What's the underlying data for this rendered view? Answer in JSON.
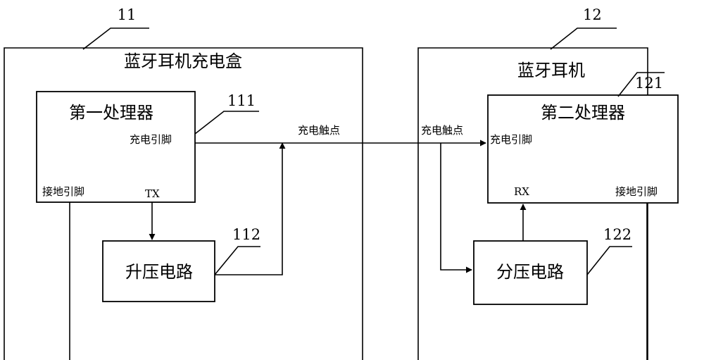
{
  "charging_box": {
    "ref": "11",
    "title": "蓝牙耳机充电盒",
    "processor": {
      "ref": "111",
      "title": "第一处理器",
      "charge_pin": "充电引脚",
      "ground_pin": "接地引脚",
      "tx": "TX"
    },
    "boost": {
      "ref": "112",
      "title": "升压电路"
    },
    "contact": "充电触点"
  },
  "earphone": {
    "ref": "12",
    "title": "蓝牙耳机",
    "processor": {
      "ref": "121",
      "title": "第二处理器",
      "charge_pin": "充电引脚",
      "ground_pin": "接地引脚",
      "rx": "RX"
    },
    "divider": {
      "ref": "122",
      "title": "分压电路"
    },
    "contact": "充电触点"
  }
}
